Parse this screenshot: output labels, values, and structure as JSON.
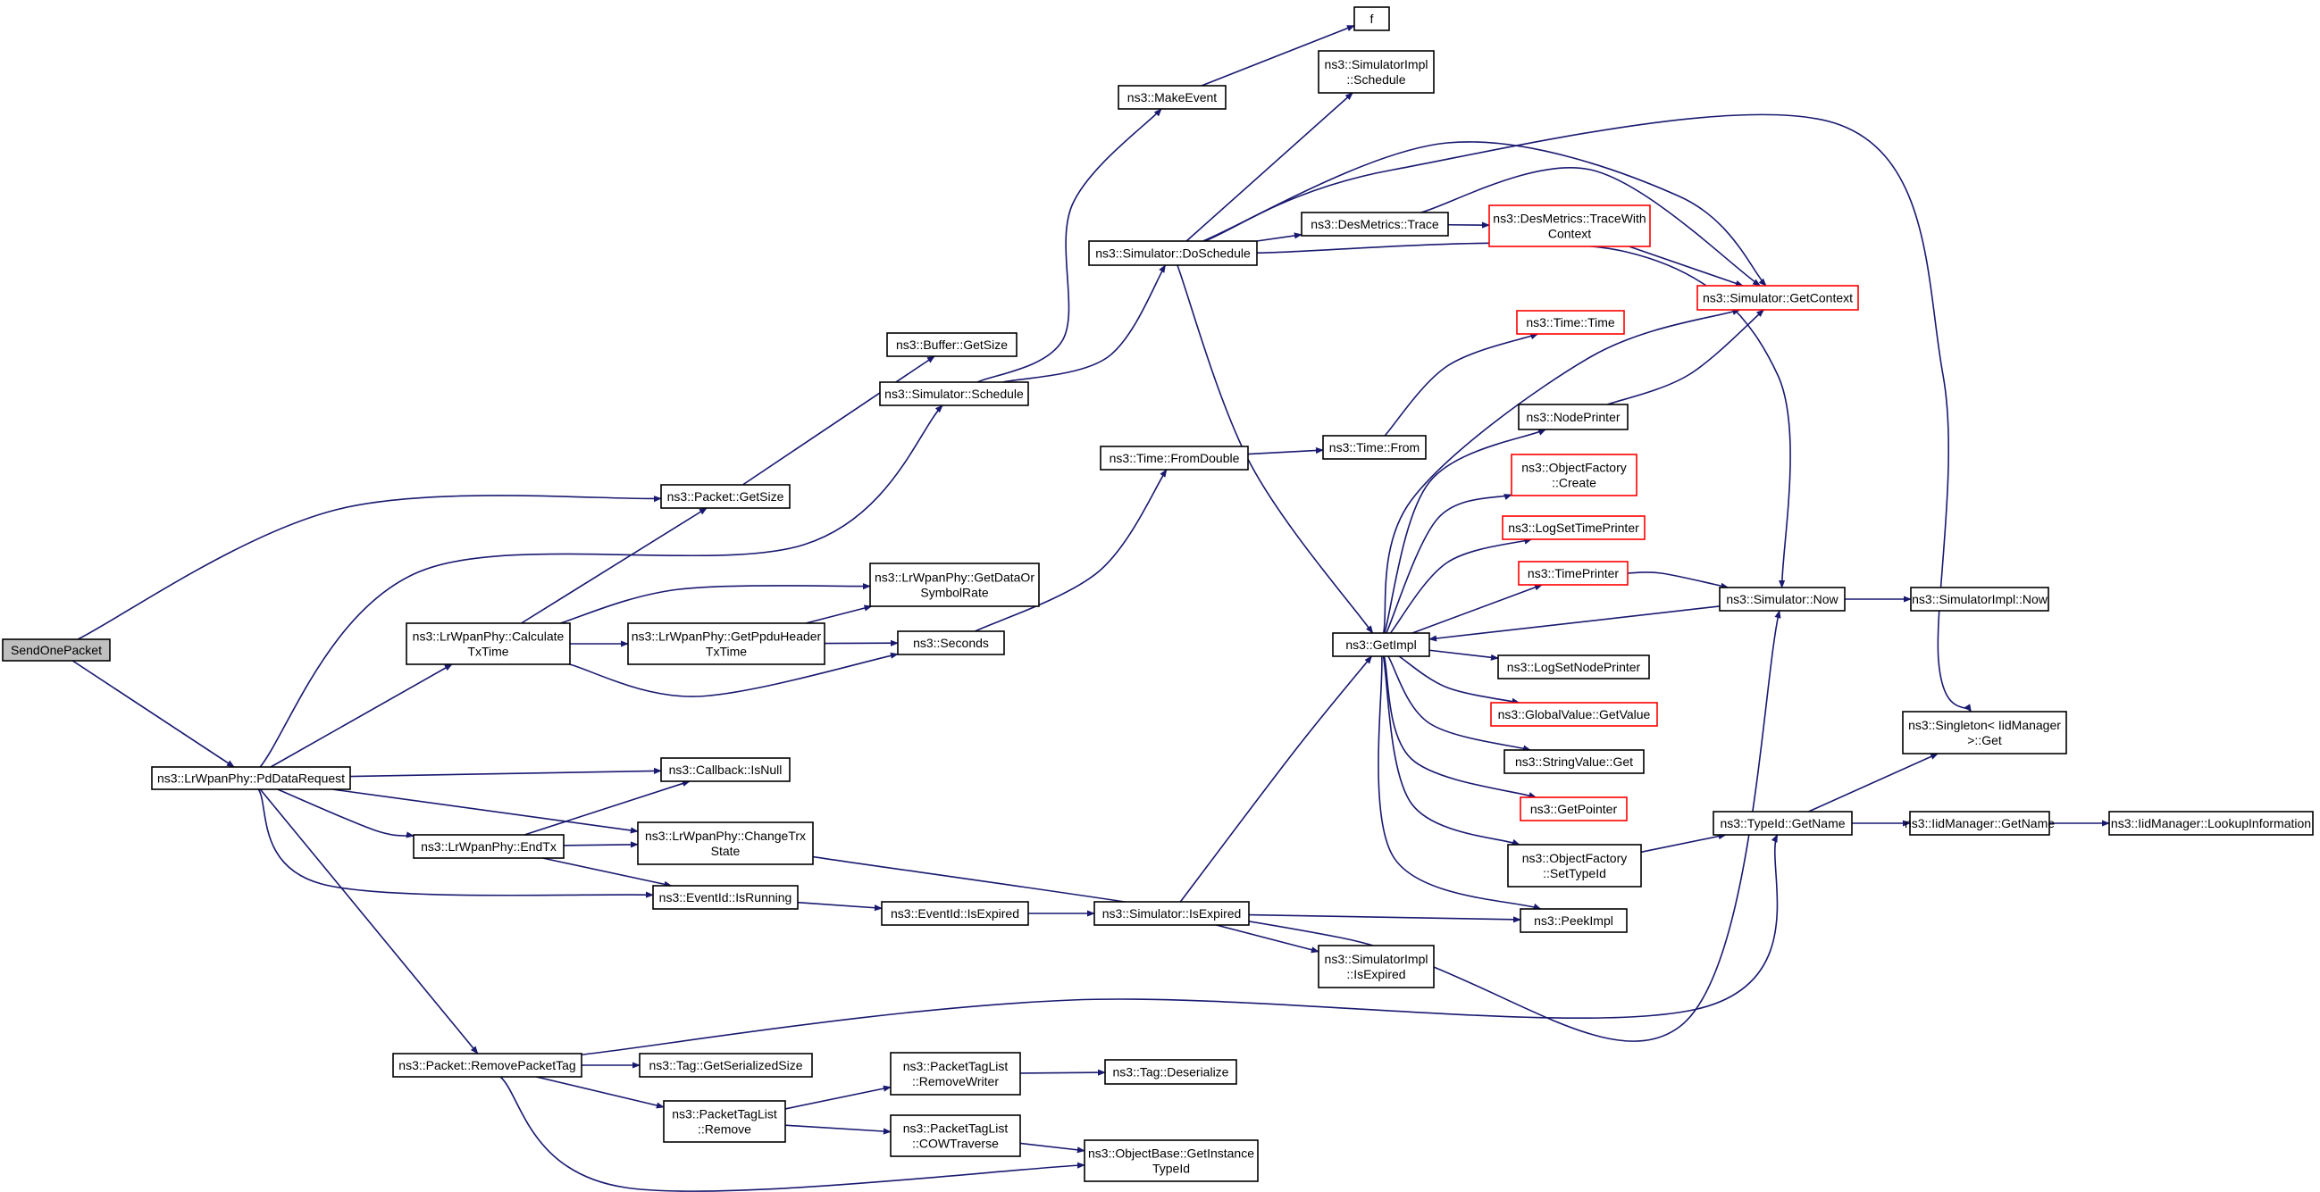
{
  "graph": {
    "type": "call-graph",
    "colors": {
      "edge": "#191970",
      "node_border": "#000000",
      "node_border_undocumented": "#ff0000",
      "root_fill": "#bfbfbf",
      "node_fill": "#ffffff"
    },
    "nodes": [
      {
        "id": "SendOnePacket",
        "lines": [
          "SendOnePacket"
        ],
        "root": true
      },
      {
        "id": "PdDataRequest",
        "lines": [
          "ns3::LrWpanPhy::PdDataRequest"
        ]
      },
      {
        "id": "PacketGetSize",
        "lines": [
          "ns3::Packet::GetSize"
        ]
      },
      {
        "id": "BufferGetSize",
        "lines": [
          "ns3::Buffer::GetSize"
        ]
      },
      {
        "id": "SimSchedule",
        "lines": [
          "ns3::Simulator::Schedule"
        ]
      },
      {
        "id": "MakeEvent",
        "lines": [
          "ns3::MakeEvent"
        ]
      },
      {
        "id": "f",
        "lines": [
          "f"
        ]
      },
      {
        "id": "SimImplSchedule",
        "lines": [
          "ns3::SimulatorImpl",
          "::Schedule"
        ]
      },
      {
        "id": "DoSchedule",
        "lines": [
          "ns3::Simulator::DoSchedule"
        ]
      },
      {
        "id": "DesTrace",
        "lines": [
          "ns3::DesMetrics::Trace"
        ]
      },
      {
        "id": "DesTraceCtx",
        "lines": [
          "ns3::DesMetrics::TraceWith",
          "Context"
        ],
        "undocumented": true
      },
      {
        "id": "GetContext",
        "lines": [
          "ns3::Simulator::GetContext"
        ],
        "undocumented": true
      },
      {
        "id": "TimeTime",
        "lines": [
          "ns3::Time::Time"
        ],
        "undocumented": true
      },
      {
        "id": "TimeFromDouble",
        "lines": [
          "ns3::Time::FromDouble"
        ]
      },
      {
        "id": "TimeFrom",
        "lines": [
          "ns3::Time::From"
        ]
      },
      {
        "id": "NodePrinter",
        "lines": [
          "ns3::NodePrinter"
        ]
      },
      {
        "id": "ObjFactoryCreate",
        "lines": [
          "ns3::ObjectFactory",
          "::Create"
        ],
        "undocumented": true
      },
      {
        "id": "LogSetTimePrinter",
        "lines": [
          "ns3::LogSetTimePrinter"
        ],
        "undocumented": true
      },
      {
        "id": "TimePrinter",
        "lines": [
          "ns3::TimePrinter"
        ],
        "undocumented": true
      },
      {
        "id": "SimNow",
        "lines": [
          "ns3::Simulator::Now"
        ]
      },
      {
        "id": "SimImplNow",
        "lines": [
          "ns3::SimulatorImpl::Now"
        ]
      },
      {
        "id": "GetImpl",
        "lines": [
          "ns3::GetImpl"
        ]
      },
      {
        "id": "LogSetNodePrinter",
        "lines": [
          "ns3::LogSetNodePrinter"
        ]
      },
      {
        "id": "GlobalValueGetValue",
        "lines": [
          "ns3::GlobalValue::GetValue"
        ],
        "undocumented": true
      },
      {
        "id": "StringValueGet",
        "lines": [
          "ns3::StringValue::Get"
        ]
      },
      {
        "id": "GetPointer",
        "lines": [
          "ns3::GetPointer"
        ],
        "undocumented": true
      },
      {
        "id": "ObjFactorySetTypeId",
        "lines": [
          "ns3::ObjectFactory",
          "::SetTypeId"
        ]
      },
      {
        "id": "PeekImpl",
        "lines": [
          "ns3::PeekImpl"
        ]
      },
      {
        "id": "SingletonGet",
        "lines": [
          "ns3::Singleton< IidManager",
          " >::Get"
        ]
      },
      {
        "id": "TypeIdGetName",
        "lines": [
          "ns3::TypeId::GetName"
        ]
      },
      {
        "id": "IidGetName",
        "lines": [
          "ns3::IidManager::GetName"
        ]
      },
      {
        "id": "IidLookup",
        "lines": [
          "ns3::IidManager::LookupInformation"
        ]
      },
      {
        "id": "CalcTxTime",
        "lines": [
          "ns3::LrWpanPhy::Calculate",
          "TxTime"
        ]
      },
      {
        "id": "GetDataOrSymbolRate",
        "lines": [
          "ns3::LrWpanPhy::GetDataOr",
          "SymbolRate"
        ]
      },
      {
        "id": "GetPpduHeaderTxTime",
        "lines": [
          "ns3::LrWpanPhy::GetPpduHeader",
          "TxTime"
        ]
      },
      {
        "id": "Seconds",
        "lines": [
          "ns3::Seconds"
        ]
      },
      {
        "id": "CallbackIsNull",
        "lines": [
          "ns3::Callback::IsNull"
        ]
      },
      {
        "id": "EndTx",
        "lines": [
          "ns3::LrWpanPhy::EndTx"
        ]
      },
      {
        "id": "ChangeTrxState",
        "lines": [
          "ns3::LrWpanPhy::ChangeTrx",
          "State"
        ]
      },
      {
        "id": "EventIdIsRunning",
        "lines": [
          "ns3::EventId::IsRunning"
        ]
      },
      {
        "id": "EventIdIsExpired",
        "lines": [
          "ns3::EventId::IsExpired"
        ]
      },
      {
        "id": "SimIsExpired",
        "lines": [
          "ns3::Simulator::IsExpired"
        ]
      },
      {
        "id": "SimImplIsExpired",
        "lines": [
          "ns3::SimulatorImpl",
          "::IsExpired"
        ]
      },
      {
        "id": "RemovePacketTag",
        "lines": [
          "ns3::Packet::RemovePacketTag"
        ]
      },
      {
        "id": "TagGetSerializedSize",
        "lines": [
          "ns3::Tag::GetSerializedSize"
        ]
      },
      {
        "id": "PTLRemoveWriter",
        "lines": [
          "ns3::PacketTagList",
          "::RemoveWriter"
        ]
      },
      {
        "id": "TagDeserialize",
        "lines": [
          "ns3::Tag::Deserialize"
        ]
      },
      {
        "id": "PTLRemove",
        "lines": [
          "ns3::PacketTagList",
          "::Remove"
        ]
      },
      {
        "id": "PTLCOWTraverse",
        "lines": [
          "ns3::PacketTagList",
          "::COWTraverse"
        ]
      },
      {
        "id": "GetInstanceTypeId",
        "lines": [
          "ns3::ObjectBase::GetInstance",
          "TypeId"
        ]
      }
    ],
    "edges": [
      [
        "SendOnePacket",
        "PacketGetSize"
      ],
      [
        "SendOnePacket",
        "PdDataRequest"
      ],
      [
        "PdDataRequest",
        "SimSchedule"
      ],
      [
        "PdDataRequest",
        "CalcTxTime"
      ],
      [
        "PdDataRequest",
        "CallbackIsNull"
      ],
      [
        "PdDataRequest",
        "ChangeTrxState"
      ],
      [
        "PdDataRequest",
        "EndTx"
      ],
      [
        "PdDataRequest",
        "EventIdIsRunning"
      ],
      [
        "PdDataRequest",
        "RemovePacketTag"
      ],
      [
        "PacketGetSize",
        "BufferGetSize"
      ],
      [
        "SimSchedule",
        "MakeEvent"
      ],
      [
        "SimSchedule",
        "DoSchedule"
      ],
      [
        "MakeEvent",
        "f"
      ],
      [
        "DoSchedule",
        "SimImplSchedule"
      ],
      [
        "DoSchedule",
        "DesTrace"
      ],
      [
        "DoSchedule",
        "SingletonGet"
      ],
      [
        "DoSchedule",
        "GetContext"
      ],
      [
        "DoSchedule",
        "SimNow"
      ],
      [
        "DoSchedule",
        "GetImpl"
      ],
      [
        "DesTrace",
        "DesTraceCtx"
      ],
      [
        "DesTrace",
        "GetContext"
      ],
      [
        "DesTraceCtx",
        "GetContext"
      ],
      [
        "TimeFromDouble",
        "TimeFrom"
      ],
      [
        "TimeFrom",
        "TimeTime"
      ],
      [
        "NodePrinter",
        "GetContext"
      ],
      [
        "TimePrinter",
        "SimNow"
      ],
      [
        "SimNow",
        "SimImplNow"
      ],
      [
        "SimNow",
        "GetImpl"
      ],
      [
        "GetImpl",
        "GetContext"
      ],
      [
        "GetImpl",
        "NodePrinter"
      ],
      [
        "GetImpl",
        "ObjFactoryCreate"
      ],
      [
        "GetImpl",
        "LogSetTimePrinter"
      ],
      [
        "GetImpl",
        "TimePrinter"
      ],
      [
        "GetImpl",
        "LogSetNodePrinter"
      ],
      [
        "GetImpl",
        "GlobalValueGetValue"
      ],
      [
        "GetImpl",
        "StringValueGet"
      ],
      [
        "GetImpl",
        "GetPointer"
      ],
      [
        "GetImpl",
        "ObjFactorySetTypeId"
      ],
      [
        "GetImpl",
        "PeekImpl"
      ],
      [
        "ObjFactorySetTypeId",
        "TypeIdGetName"
      ],
      [
        "TypeIdGetName",
        "SingletonGet"
      ],
      [
        "TypeIdGetName",
        "IidGetName"
      ],
      [
        "IidGetName",
        "IidLookup"
      ],
      [
        "CalcTxTime",
        "PacketGetSize"
      ],
      [
        "CalcTxTime",
        "GetDataOrSymbolRate"
      ],
      [
        "CalcTxTime",
        "GetPpduHeaderTxTime"
      ],
      [
        "CalcTxTime",
        "Seconds"
      ],
      [
        "GetPpduHeaderTxTime",
        "GetDataOrSymbolRate"
      ],
      [
        "GetPpduHeaderTxTime",
        "Seconds"
      ],
      [
        "Seconds",
        "TimeFromDouble"
      ],
      [
        "EndTx",
        "CallbackIsNull"
      ],
      [
        "EndTx",
        "ChangeTrxState"
      ],
      [
        "EndTx",
        "EventIdIsRunning"
      ],
      [
        "ChangeTrxState",
        "SimNow"
      ],
      [
        "EventIdIsRunning",
        "EventIdIsExpired"
      ],
      [
        "EventIdIsExpired",
        "SimIsExpired"
      ],
      [
        "SimIsExpired",
        "GetImpl"
      ],
      [
        "SimIsExpired",
        "PeekImpl"
      ],
      [
        "SimIsExpired",
        "SimImplIsExpired"
      ],
      [
        "RemovePacketTag",
        "TypeIdGetName"
      ],
      [
        "RemovePacketTag",
        "TagGetSerializedSize"
      ],
      [
        "RemovePacketTag",
        "PTLRemove"
      ],
      [
        "RemovePacketTag",
        "GetInstanceTypeId"
      ],
      [
        "PTLRemove",
        "PTLRemoveWriter"
      ],
      [
        "PTLRemove",
        "PTLCOWTraverse"
      ],
      [
        "PTLRemoveWriter",
        "TagDeserialize"
      ],
      [
        "PTLCOWTraverse",
        "GetInstanceTypeId"
      ]
    ]
  }
}
